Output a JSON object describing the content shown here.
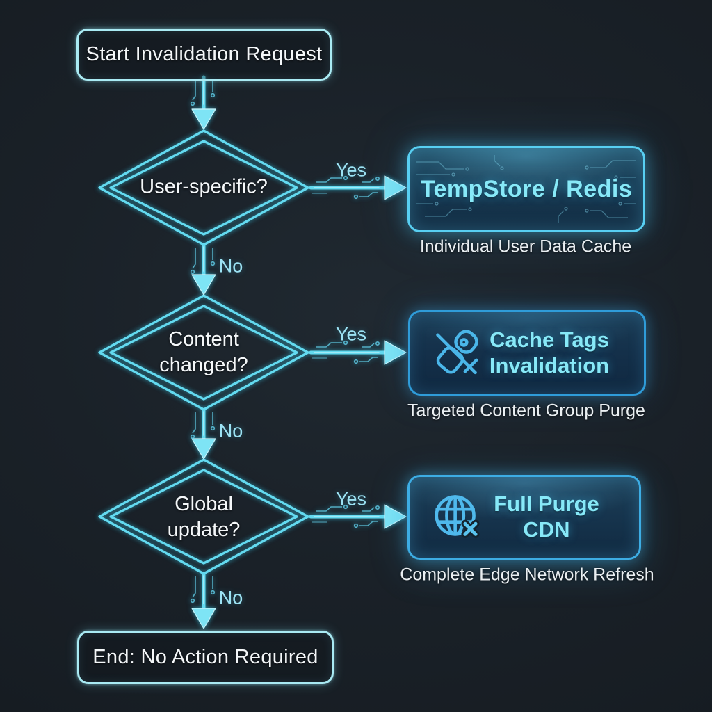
{
  "labels": {
    "yes": "Yes",
    "no": "No"
  },
  "nodes": {
    "start": {
      "label": "Start Invalidation Request"
    },
    "end": {
      "label": "End: No Action Required"
    }
  },
  "decisions": [
    {
      "name": "user-specific",
      "lines": [
        "User-specific?"
      ]
    },
    {
      "name": "content-changed",
      "lines": [
        "Content",
        "changed?"
      ]
    },
    {
      "name": "global-update",
      "lines": [
        "Global",
        "update?"
      ]
    }
  ],
  "outcomes": [
    {
      "name": "tempstore-redis",
      "decoration": "circuit-pattern",
      "title_lines": [
        "TempStore / Redis"
      ],
      "caption": "Individual User Data Cache"
    },
    {
      "name": "cache-tags-invalidation",
      "icon": "tags-strikethrough-icon",
      "title_lines": [
        "Cache Tags",
        "Invalidation"
      ],
      "caption": "Targeted Content Group Purge"
    },
    {
      "name": "full-purge-cdn",
      "icon": "globe-x-icon",
      "title_lines": [
        "Full Purge",
        "CDN"
      ],
      "caption": "Complete Edge Network Refresh"
    }
  ],
  "colors": {
    "background": "#181f26",
    "neon_stroke": "#64daf0",
    "terminal_border": "#a9eaf3",
    "outcome_border_bright": "#58cff2",
    "outcome_border_mid": "#3dade4",
    "title_text": "#87e9f8",
    "node_text": "#f4f7f9",
    "caption_text": "#eaeff2",
    "branch_label_text": "#9ce2f3",
    "icon_stroke": "#4ab6e9"
  }
}
